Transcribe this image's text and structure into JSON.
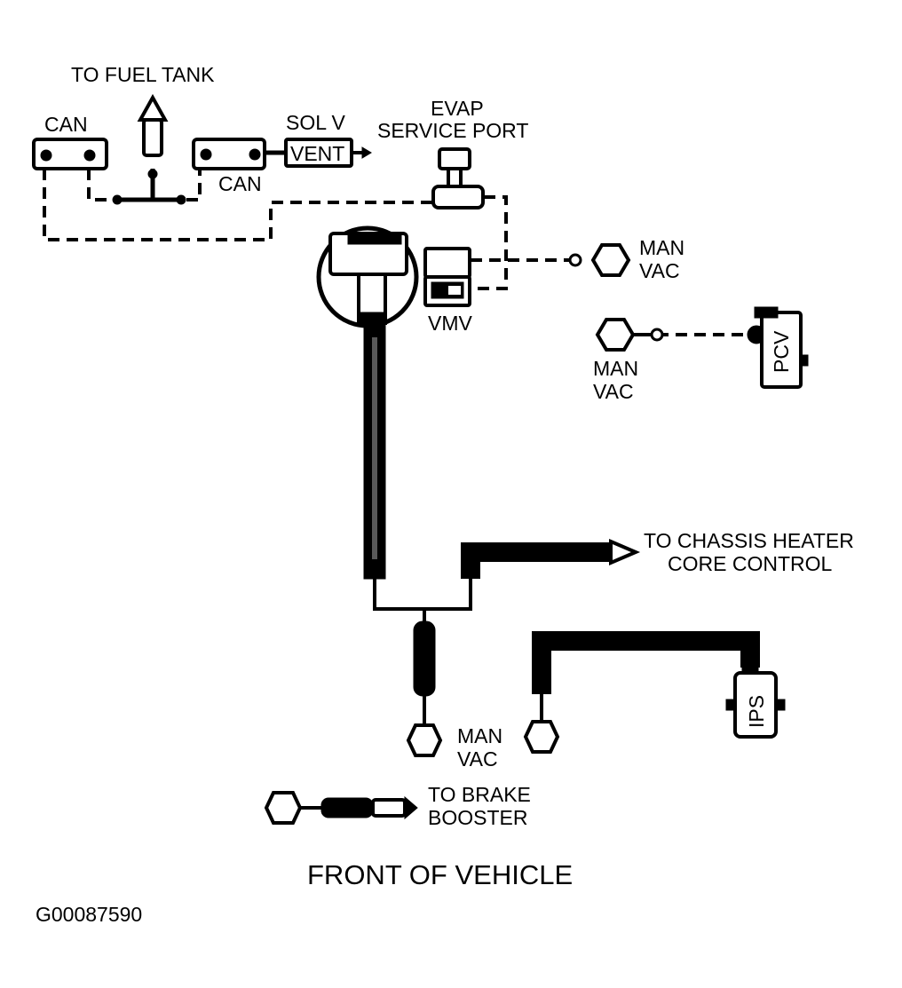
{
  "labels": {
    "fuel_tank": "TO FUEL TANK",
    "can_left": "CAN",
    "can_right": "CAN",
    "sol_v": "SOL V",
    "vent": "VENT",
    "evap_line1": "EVAP",
    "evap_line2": "SERVICE PORT",
    "man_vac_1a": "MAN",
    "man_vac_1b": "VAC",
    "vmv": "VMV",
    "man_vac_2a": "MAN",
    "man_vac_2b": "VAC",
    "pcv": "PCV",
    "chassis_line1": "TO CHASSIS HEATER",
    "chassis_line2": "CORE CONTROL",
    "ips": "IPS",
    "man_vac_3a": "MAN",
    "man_vac_3b": "VAC",
    "brake_line1": "TO BRAKE",
    "brake_line2": "BOOSTER",
    "footer": "FRONT OF VEHICLE",
    "figure_id": "G00087590"
  },
  "colors": {
    "line": "#000000",
    "background": "#ffffff"
  }
}
